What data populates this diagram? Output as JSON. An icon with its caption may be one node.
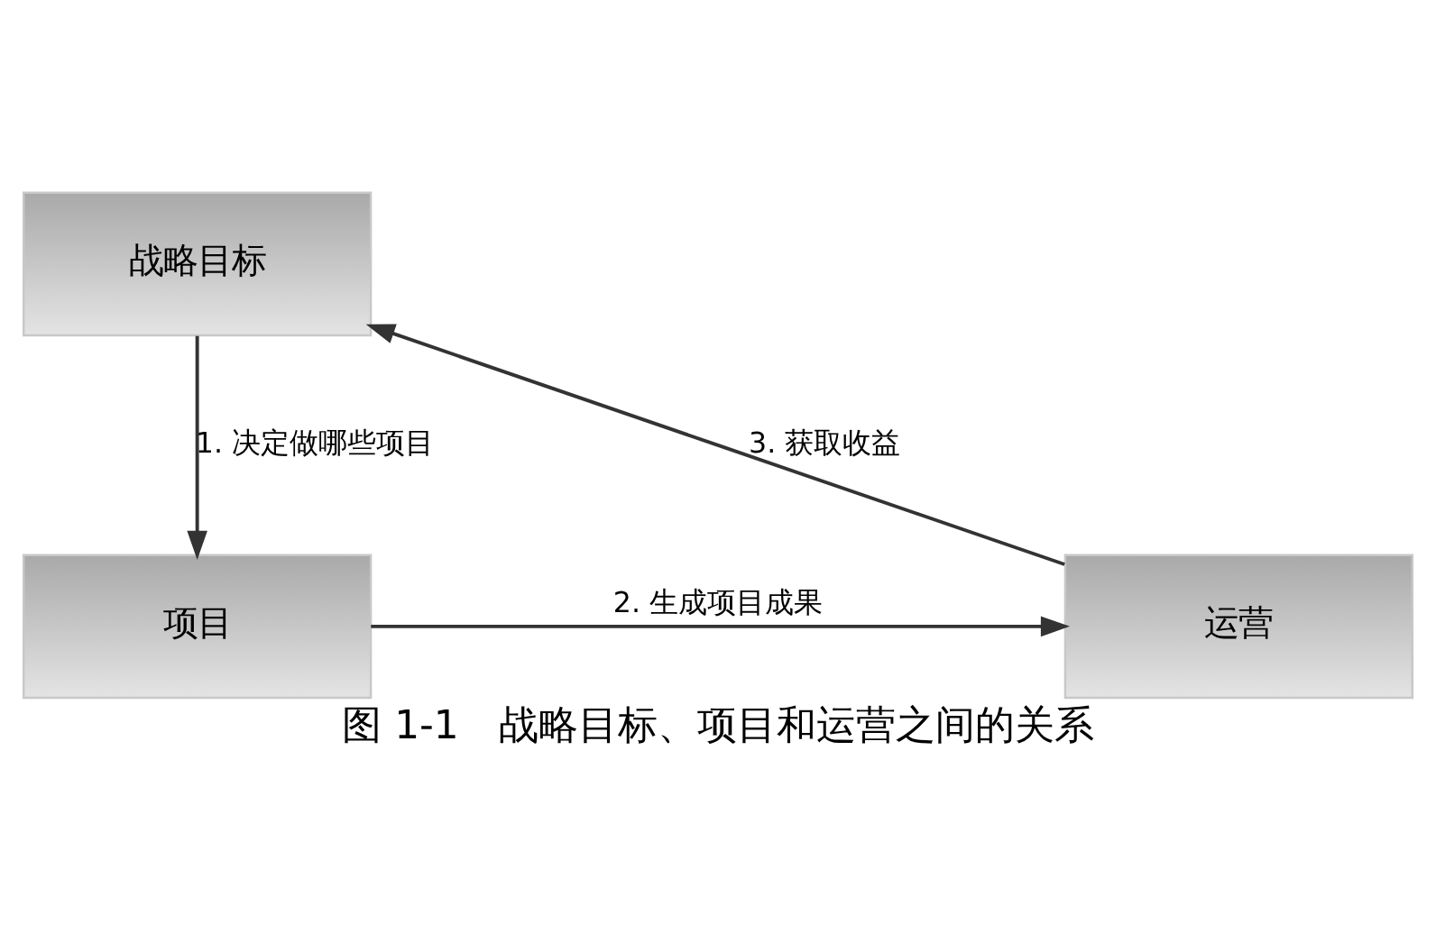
{
  "diagram": {
    "caption": "图 1-1　战略目标、项目和运营之间的关系",
    "nodes": [
      {
        "text": [
          "战略目标"
        ]
      },
      {
        "text": [
          "项目"
        ]
      },
      {
        "text": [
          "运营"
        ]
      }
    ],
    "edges": [
      {
        "from": 0,
        "to": 1,
        "arrow": "to",
        "label": "1. 决定做哪些项目"
      },
      {
        "from": 1,
        "to": 2,
        "arrow": "to",
        "label": "2. 生成项目成果"
      },
      {
        "from": 2,
        "to": 0,
        "arrow": "to",
        "label": "3. 获取收益"
      }
    ]
  }
}
